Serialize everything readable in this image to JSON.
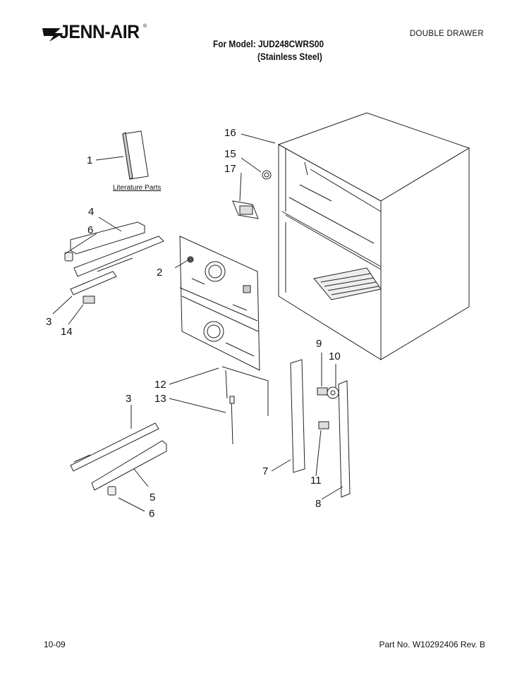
{
  "header": {
    "brand": "JENN-AIR",
    "brand_mark": "®",
    "section": "DOUBLE DRAWER",
    "model_line": "For Model: JUD248CWRS00",
    "finish_line": "(Stainless Steel)"
  },
  "diagram": {
    "literature_label": "Literature Parts",
    "callouts": [
      "1",
      "2",
      "3",
      "14",
      "4",
      "6",
      "16",
      "15",
      "17",
      "12",
      "13",
      "3",
      "5",
      "6",
      "7",
      "9",
      "10",
      "11",
      "8"
    ]
  },
  "footer": {
    "date": "10-09",
    "part_number": "Part No. W10292406 Rev. B"
  }
}
